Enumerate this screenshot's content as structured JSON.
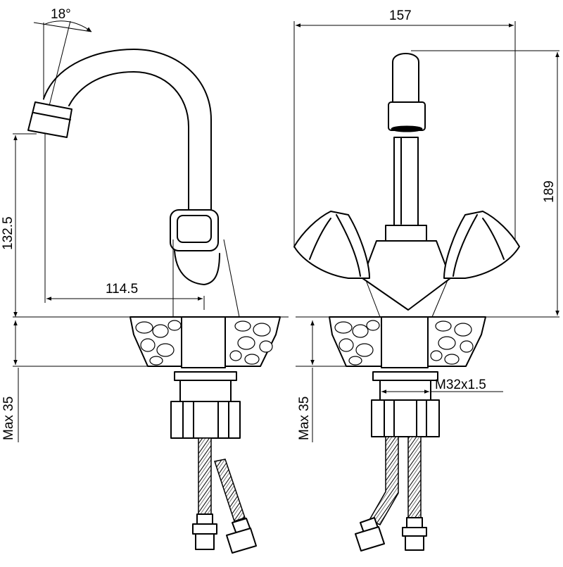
{
  "drawing": {
    "colors": {
      "line": "#000000",
      "background": "#ffffff"
    },
    "side_view": {
      "angle_label": "18°",
      "spout_height_label": "132.5",
      "reach_label": "114.5",
      "max_label": "Max 35"
    },
    "front_view": {
      "width_label": "157",
      "height_label": "189",
      "thread_label": "M32x1.5",
      "max_label": "Max 35"
    }
  }
}
